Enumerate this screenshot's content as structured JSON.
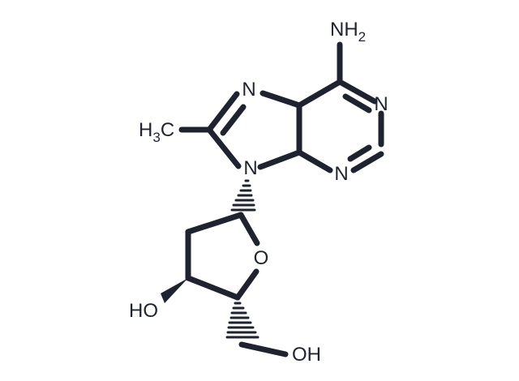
{
  "structure": {
    "atom_labels": {
      "amine": "NH",
      "amine_sub": "2",
      "n1": "N",
      "n3": "N",
      "n7": "N",
      "n9": "N",
      "methyl_prefix": "H",
      "methyl_sub": "3",
      "methyl_suffix": "C",
      "ring_oxygen": "O",
      "hydroxyl_3": "HO",
      "hydroxyl_5": "OH"
    },
    "colors": {
      "ink": "#1f2330",
      "background": "#ffffff"
    }
  }
}
